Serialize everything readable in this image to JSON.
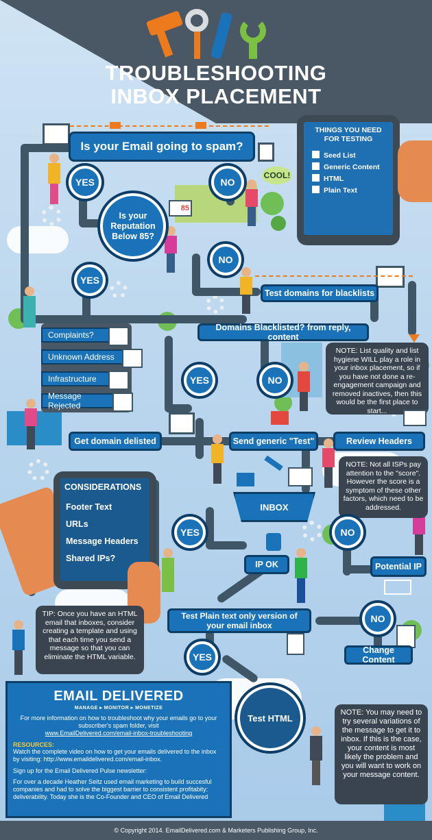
{
  "title": {
    "line1": "TROUBLESHOOTING",
    "line2": "INBOX PLACEMENT"
  },
  "colors": {
    "pipe": "#3f5666",
    "box": "#1a73b8",
    "accent": "#ee7a1e",
    "banner": "#4a5866"
  },
  "checklist": {
    "title": "THINGS YOU NEED FOR TESTING",
    "items": [
      "Seed List",
      "Generic Content",
      "HTML",
      "Plain Text"
    ]
  },
  "flow": {
    "q_spam": "Is your Email going to spam?",
    "yes": "YES",
    "no": "NO",
    "cool": "COOL!",
    "score_badge": "85",
    "q_reputation": "Is your Reputation Below 85?",
    "test_blacklists": "Test domains for blacklists",
    "issues": [
      "Complaints?",
      "Unknown Address",
      "Infrastructure",
      "Message Rejected"
    ],
    "domains_blacklisted": "Domains Blacklisted? from reply, content",
    "get_delisted": "Get domain delisted",
    "send_generic": "Send generic \"Test\"",
    "review_headers": "Review Headers",
    "inbox": "INBOX",
    "ip_ok": "IP OK",
    "potential_ip": "Potential IP",
    "test_plain": "Test Plain text only version of your email inbox",
    "change_content": "Change Content",
    "test_html": "Test HTML"
  },
  "notes": {
    "list_quality": "NOTE: List quality and list hygiene WILL play a role in your inbox placement, so if you have not done a re-engagement campaign and removed inactives, then this would be the first place to start...",
    "score": "NOTE: Not all ISPs pay attention to the \"score\". However the score is a symptom of these other factors, which need to be addressed.",
    "variations": "NOTE: You may need to try several variations of the message to get it to inbox. If this is the case, your content is most likely the problem and you will want to work on your message content.",
    "tip": "TIP: Once you have an HTML email that inboxes, consider creating a template and using that each time you send a message so that you can eliminate the HTML variable."
  },
  "considerations": {
    "title": "CONSIDERATIONS",
    "items": [
      "Footer Text",
      "URLs",
      "Message Headers",
      "Shared IPs?"
    ]
  },
  "brand": {
    "name": "EMAIL DELIVERED",
    "tagline": "MANAGE ▸ MONITOR ▸ MONETIZE",
    "more_info": "For more information on how to troubleshoot why your emails go to your subscriber's spam folder, visit",
    "url": "www.EmailDelivered.com/email-inbox-troubleshooting",
    "resources_label": "RESOURCES:",
    "video": "Watch the complete video on how to get your emails delivered to the inbox by visiting: http://www.emaildelivered.com/email-inbox.",
    "signup": "Sign up for the Email Delivered Pulse newsletter:",
    "bio": "For over a decade Heather Seitz used email marketing to build succesful companies and had to solve the biggest barrier to consistent profitabity: deliverability. Today she is the Co-Founder and CEO of Email Delivered"
  },
  "footer": "© Copyright 2014. EmailDelivered.com & Marketers Publishing Group, Inc."
}
